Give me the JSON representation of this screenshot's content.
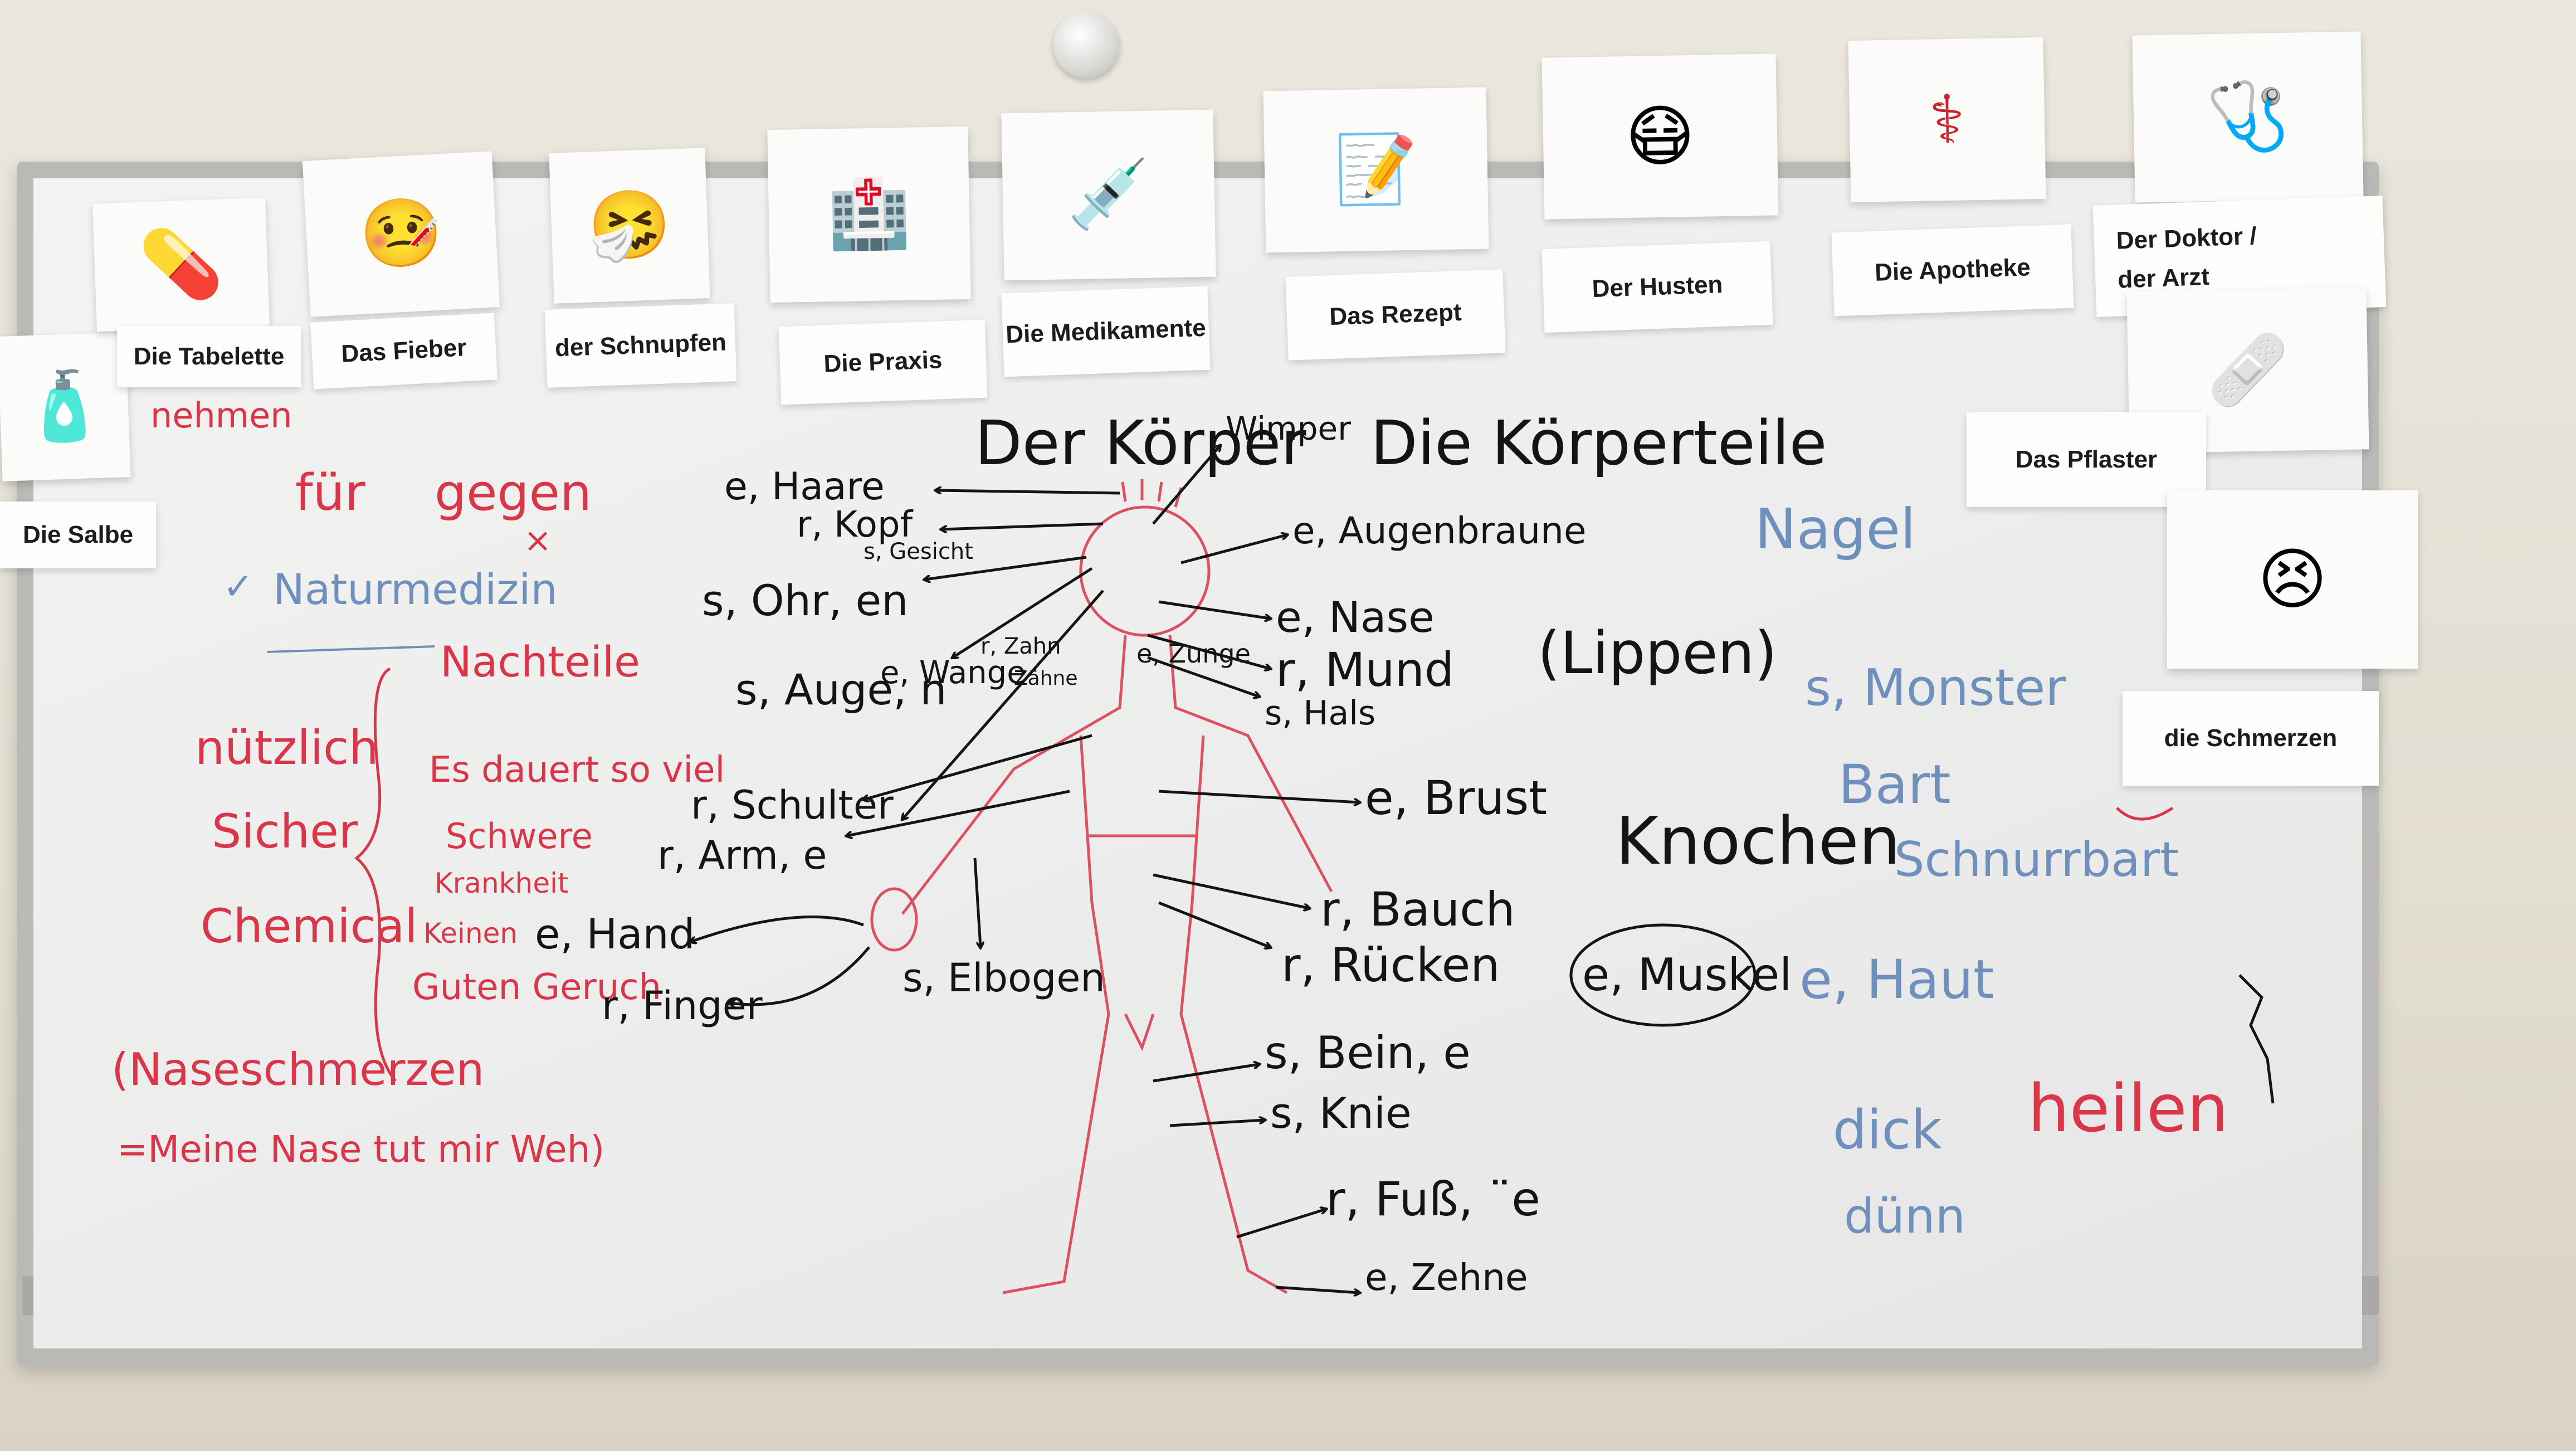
{
  "pictures": [
    {
      "name": "salbe-picture",
      "icon": "tube-icon",
      "glyph": "🧴",
      "label": "Die Salbe"
    },
    {
      "name": "tabelette-picture",
      "icon": "pills-icon",
      "glyph": "💊",
      "label": "Die Tabelette"
    },
    {
      "name": "fieber-picture",
      "icon": "thermometer-icon",
      "glyph": "🤒",
      "label": "Das Fieber"
    },
    {
      "name": "schnupfen-picture",
      "icon": "tissue-icon",
      "glyph": "🤧",
      "label": "der Schnupfen"
    },
    {
      "name": "praxis-picture",
      "icon": "clinic-icon",
      "glyph": "🏥",
      "label": "Die Praxis"
    },
    {
      "name": "medikamente-picture",
      "icon": "medicine-bottles-icon",
      "glyph": "💉",
      "label": "Die Medikamente"
    },
    {
      "name": "rezept-picture",
      "icon": "prescription-icon",
      "glyph": "📝",
      "label": "Das Rezept"
    },
    {
      "name": "husten-picture",
      "icon": "coughing-man-icon",
      "glyph": "😷",
      "label": "Der Husten"
    },
    {
      "name": "apotheke-picture",
      "icon": "pharmacy-sign-icon",
      "glyph": "⚕",
      "label": "Die Apotheke"
    },
    {
      "name": "doktor-picture",
      "icon": "doctor-xray-icon",
      "glyph": "🩺",
      "label_lines": [
        "Der Doktor /",
        "der Arzt"
      ]
    },
    {
      "name": "pflaster-picture",
      "icon": "bandage-icon",
      "glyph": "🩹",
      "label": "Das Pflaster"
    },
    {
      "name": "schmerzen-picture",
      "icon": "headache-woman-icon",
      "glyph": "😣",
      "label": "die Schmerzen"
    }
  ],
  "board": {
    "titles": {
      "koerper": "Der Körper",
      "koerperteile": "Die Körperteile"
    },
    "left": {
      "nehmen": "nehmen",
      "fuer": "für",
      "gegen": "gegen",
      "cross": "×",
      "check": "✓",
      "naturmedizin": "Naturmedizin",
      "nachteile": "Nachteile",
      "pros": [
        "nützlich",
        "Sicher",
        "Chemical"
      ],
      "cons": [
        "Es dauert so viel",
        "Schwere",
        "Krankheit",
        "Keinen",
        "Guten Geruch"
      ],
      "naseschmerzen": "(Naseschmerzen",
      "meine_nase": "=Meine Nase tut mir Weh)"
    },
    "body_labels": {
      "haare": "e, Haare",
      "kopf": "r, Kopf",
      "gesicht": "s, Gesicht",
      "ohr": "s, Ohr, en",
      "auge": "s, Auge, n",
      "wange": "e, Wange",
      "zahn": "r, Zahn",
      "zaehne": "Zähne",
      "zunge": "e, Zunge",
      "wimper": "Wimper",
      "augenbraune": "e, Augenbraune",
      "nase": "e, Nase",
      "mund": "r, Mund",
      "hals": "s, Hals",
      "schulter": "r, Schulter",
      "arm": "r, Arm, e",
      "brust": "e, Brust",
      "bauch": "r, Bauch",
      "hand": "e, Hand",
      "finger": "r, Finger",
      "elbogen": "s, Elbogen",
      "ruecken": "r, Rücken",
      "muskel": "e, Muskel",
      "bein": "s, Bein, e",
      "knie": "s, Knie",
      "fuss": "r, Fuß, ¨e",
      "zehne": "e, Zehne"
    },
    "right": {
      "lippen": "(Lippen)",
      "knochen": "Knochen",
      "nagel": "Nagel",
      "monster": "s, Monster",
      "bart": "Bart",
      "schnurrbart": "Schnurrbart",
      "haut": "e, Haut",
      "dick": "dick",
      "duenn": "dünn",
      "heilen": "heilen"
    },
    "colors": {
      "black_ink": "#141414",
      "red_ink": "#d9364a",
      "blue_ink": "#6f8fbd"
    }
  }
}
